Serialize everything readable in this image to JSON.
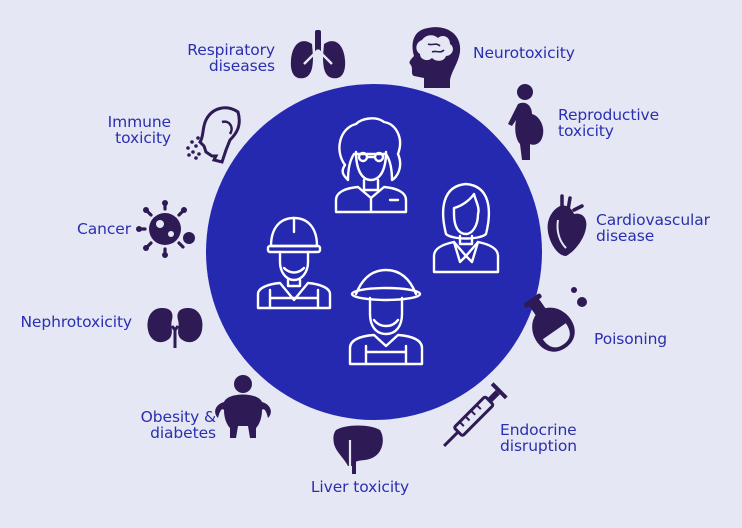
{
  "colors": {
    "background": "#e6e7f5",
    "circle": "#2529b0",
    "icon": "#2e1a55",
    "label": "#2a2fb0",
    "person_outline": "#ffffff"
  },
  "people": [
    {
      "name": "scientist",
      "icon": "scientist-icon"
    },
    {
      "name": "woman",
      "icon": "woman-icon"
    },
    {
      "name": "worker",
      "icon": "worker-icon"
    },
    {
      "name": "farmer",
      "icon": "farmer-icon"
    }
  ],
  "effects": [
    {
      "key": "respiratory",
      "label": "Respiratory\ndiseases",
      "icon": "lungs-icon"
    },
    {
      "key": "neuro",
      "label": "Neurotoxicity",
      "icon": "brain-head-icon"
    },
    {
      "key": "reproductive",
      "label": "Reproductive\ntoxicity",
      "icon": "pregnant-woman-icon"
    },
    {
      "key": "cardio",
      "label": "Cardiovascular\ndisease",
      "icon": "heart-icon"
    },
    {
      "key": "poisoning",
      "label": "Poisoning",
      "icon": "flask-icon"
    },
    {
      "key": "endocrine",
      "label": "Endocrine\ndisruption",
      "icon": "syringe-icon"
    },
    {
      "key": "liver",
      "label": "Liver toxicity",
      "icon": "liver-icon"
    },
    {
      "key": "obesity",
      "label": "Obesity &\ndiabetes",
      "icon": "obese-person-icon"
    },
    {
      "key": "nephro",
      "label": "Nephrotoxicity",
      "icon": "kidneys-icon"
    },
    {
      "key": "cancer",
      "label": "Cancer",
      "icon": "cancer-cell-icon"
    },
    {
      "key": "immune",
      "label": "Immune\ntoxicity",
      "icon": "sneezing-head-icon"
    }
  ]
}
